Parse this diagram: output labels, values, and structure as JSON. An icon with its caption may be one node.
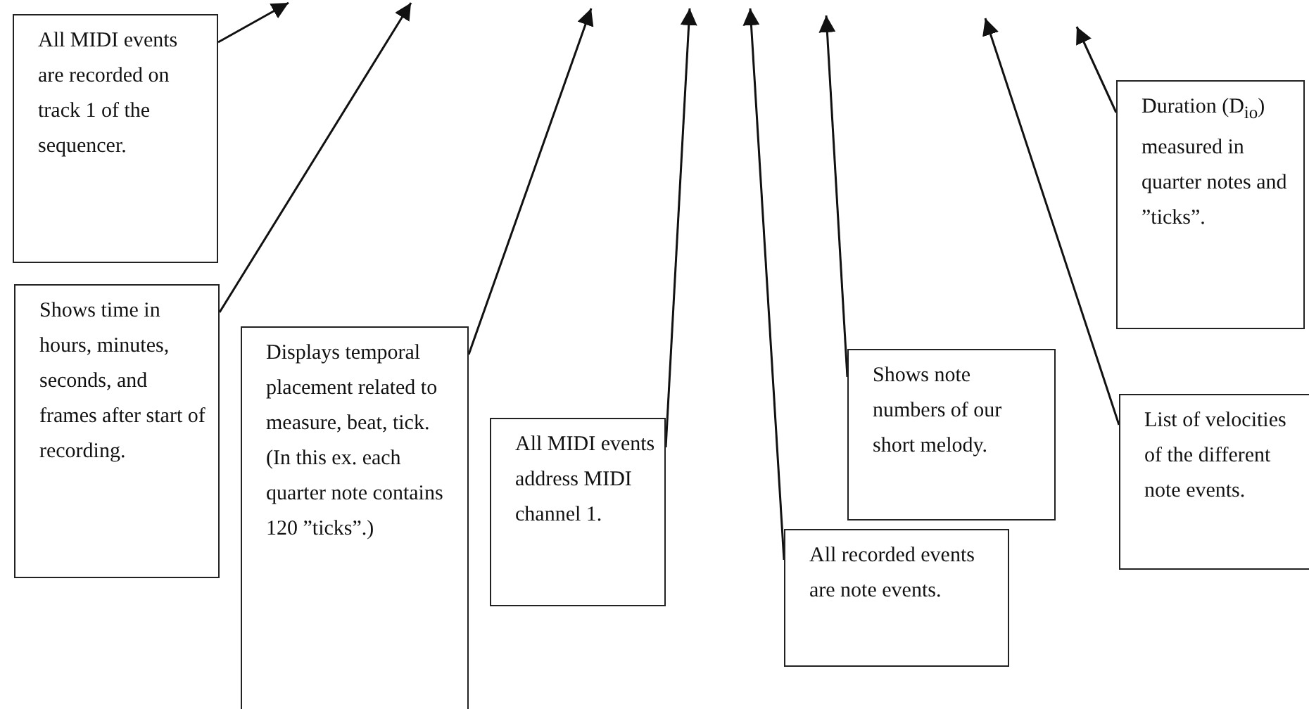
{
  "diagram": {
    "nodes": [
      {
        "text": [
          "All MIDI events are recorded on track 1 of the sequencer."
        ]
      },
      {
        "text": [
          "Duration (D$_{io}$) measured in quarter notes and ”ticks”."
        ]
      },
      {
        "text": [
          "Shows time in hours, minutes, seconds, and frames after start of recording."
        ]
      },
      {
        "text": [
          "Displays temporal placement related to measure, beat, tick. (In this ex. each quarter note contains 120 ”ticks”.)"
        ]
      },
      {
        "text": [
          "All MIDI events address MIDI channel 1."
        ]
      },
      {
        "text": [
          "Shows note numbers of our short melody."
        ]
      },
      {
        "text": [
          "List of velocities of the different note events."
        ]
      },
      {
        "text": [
          "All recorded events are note events."
        ]
      }
    ],
    "edges": [
      {
        "from": 0,
        "to": null,
        "arrow": "to"
      },
      {
        "from": 2,
        "to": null,
        "arrow": "to"
      },
      {
        "from": 3,
        "to": null,
        "arrow": "to"
      },
      {
        "from": 4,
        "to": null,
        "arrow": "to"
      },
      {
        "from": 7,
        "to": null,
        "arrow": "to"
      },
      {
        "from": 5,
        "to": null,
        "arrow": "to"
      },
      {
        "from": 6,
        "to": null,
        "arrow": "to"
      },
      {
        "from": 1,
        "to": null,
        "arrow": "to"
      }
    ]
  }
}
